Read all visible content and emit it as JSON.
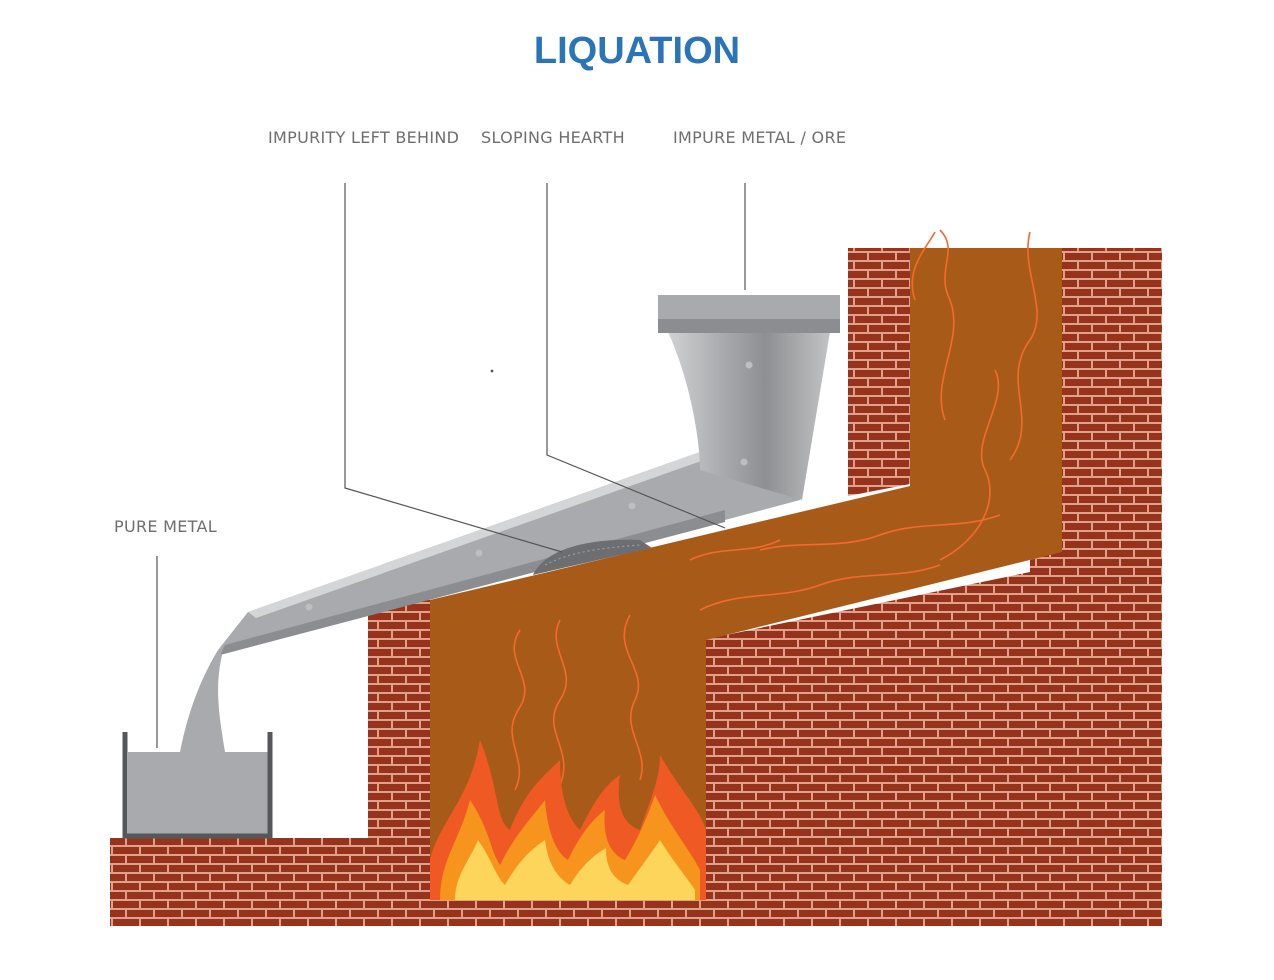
{
  "title": "LIQUATION",
  "labels": {
    "impurity": "IMPURITY  LEFT  BEHIND",
    "hearth": "SLOPING  HEARTH",
    "ore": "IMPURE METAL / ORE",
    "pure": "PURE  METAL"
  },
  "colors": {
    "title": "#2a74b8",
    "brick": "#96331d",
    "mortar": "#e0a08a",
    "flue": "#a85b18",
    "metal": "#a9aaad",
    "metal_dark": "#8c8d90",
    "flame_outer": "#ef5a24",
    "flame_mid": "#f7941d",
    "flame_inner": "#fcd55a",
    "leader": "#555555"
  }
}
